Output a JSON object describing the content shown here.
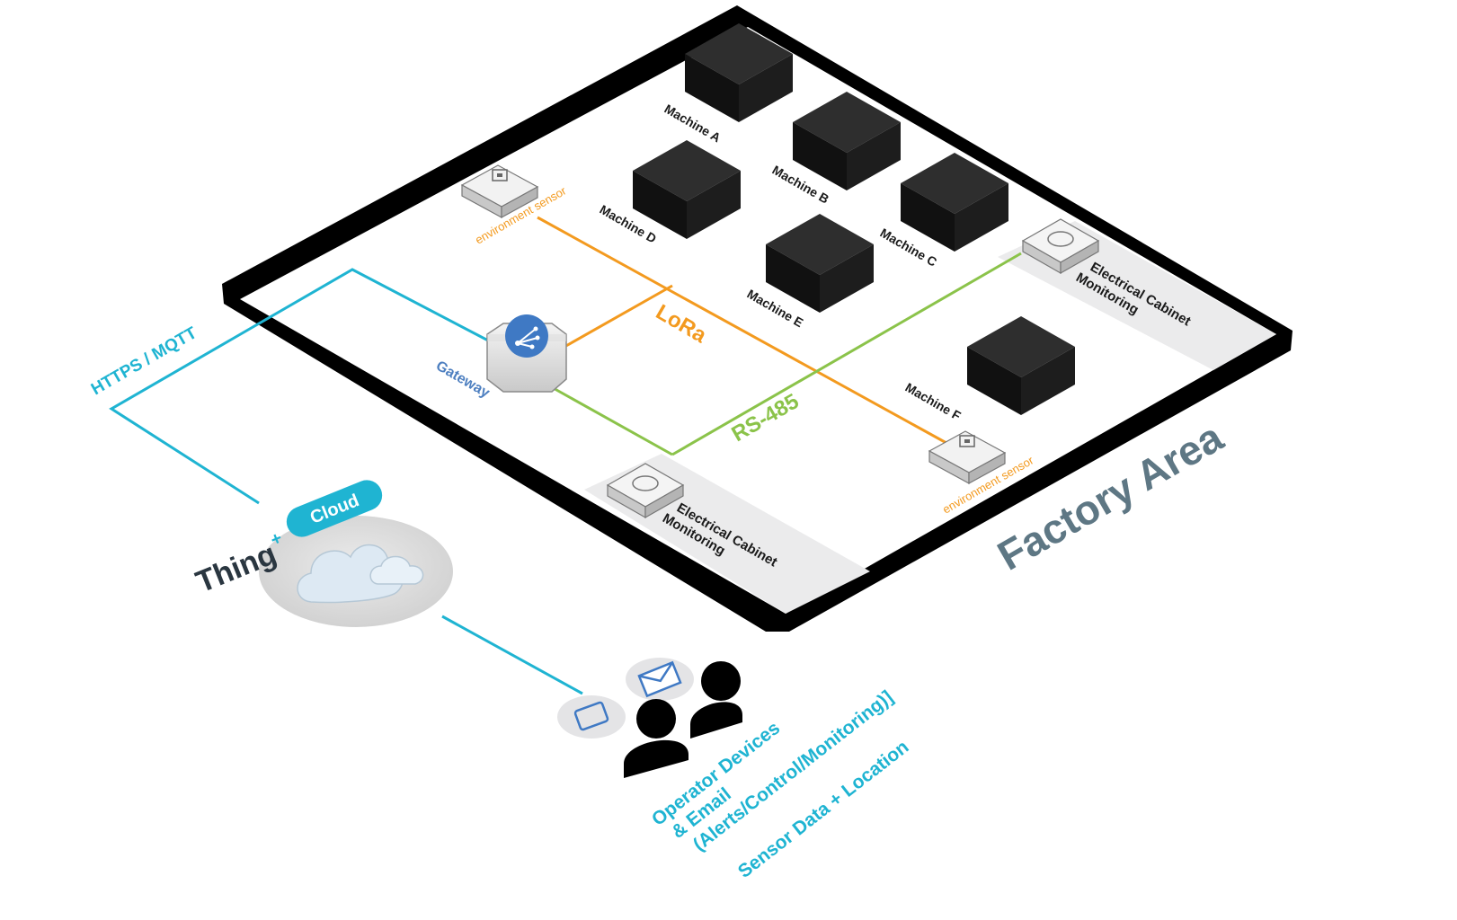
{
  "factory": {
    "title": "Factory Area",
    "machines": [
      {
        "id": "a",
        "label": "Machine A"
      },
      {
        "id": "b",
        "label": "Machine B"
      },
      {
        "id": "c",
        "label": "Machine C"
      },
      {
        "id": "d",
        "label": "Machine D"
      },
      {
        "id": "e",
        "label": "Machine E"
      },
      {
        "id": "f",
        "label": "Machine F"
      }
    ]
  },
  "sensors": {
    "environment": "environment sensor",
    "electrical_cabinet_line1": "Electrical Cabinet",
    "electrical_cabinet_line2": "Monitoring"
  },
  "gateway": {
    "label": "Gateway"
  },
  "networks": {
    "lora": "LoRa",
    "rs485": "RS-485",
    "uplink": "HTTPS / MQTT"
  },
  "cloud": {
    "brand": "Thing",
    "brand_sup": "+",
    "badge": "Cloud"
  },
  "operators": {
    "line1": "Operator Devices",
    "line2": "& Email",
    "line3": "(Alerts/Control/Monitoring)]",
    "line4": "Sensor Data + Location"
  },
  "colors": {
    "lora": "#f39a1f",
    "rs485": "#8bc34a",
    "uplink": "#1fb4d2",
    "frame": "#000000",
    "floor": "#f3f3f4",
    "title": "#5e7784",
    "gateway_label": "#4d7fc0",
    "badge": "#1fb4d2",
    "brand": "#2a3640"
  }
}
